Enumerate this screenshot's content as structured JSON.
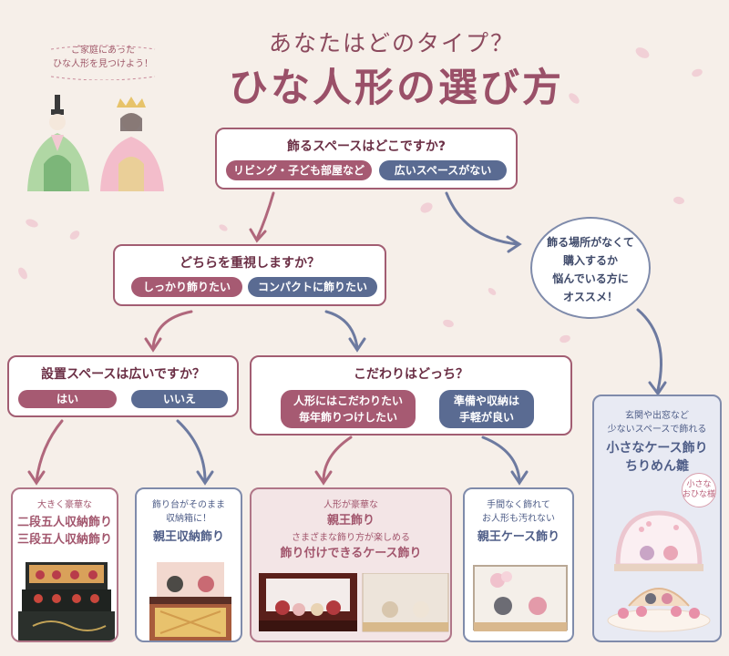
{
  "header": {
    "subtitle": "あなたはどのタイプ？",
    "title": "ひな人形の選び方",
    "note_line1": "ご家庭にあった",
    "note_line2": "ひな人形を見つけよう！"
  },
  "q1": {
    "question": "飾るスペースはどこですか?",
    "option_a": "リビング・子ども部屋など",
    "option_b": "広いスペースがない"
  },
  "bubble": {
    "line1": "飾る場所がなくて",
    "line2": "購入するか",
    "line3": "悩んでいる方に",
    "line4": "オススメ！"
  },
  "q2": {
    "question": "どちらを重視しますか？",
    "option_a": "しっかり飾りたい",
    "option_b": "コンパクトに飾りたい"
  },
  "q3": {
    "question": "設置スペースは広いですか？",
    "option_a": "はい",
    "option_b": "いいえ"
  },
  "q4": {
    "question": "こだわりはどっち？",
    "option_a_line1": "人形にはこだわりたい",
    "option_a_line2": "毎年飾りつけしたい",
    "option_b_line1": "準備や収納は",
    "option_b_line2": "手軽が良い"
  },
  "results": {
    "r1": {
      "desc": "大きく豪華な",
      "name_line1": "二段五人収納飾り",
      "name_line2": "三段五人収納飾り"
    },
    "r2": {
      "desc_line1": "飾り台がそのまま",
      "desc_line2": "収納箱に！",
      "name": "親王収納飾り"
    },
    "r3": {
      "desc1": "人形が豪華な",
      "name1": "親王飾り",
      "desc2": "さまざまな飾り方が楽しめる",
      "name2": "飾り付けできるケース飾り"
    },
    "r4": {
      "desc_line1": "手間なく飾れて",
      "desc_line2": "お人形も汚れない",
      "name": "親王ケース飾り"
    },
    "r5": {
      "desc_line1": "玄関や出窓など",
      "desc_line2": "少ないスペースで飾れる",
      "name_line1": "小さなケース飾り",
      "name_line2": "ちりめん雛",
      "tag_line1": "小さな",
      "tag_line2": "おひな様"
    }
  },
  "colors": {
    "rose": "#a65a72",
    "navy": "#5a6b92",
    "background": "#f6efe9"
  }
}
